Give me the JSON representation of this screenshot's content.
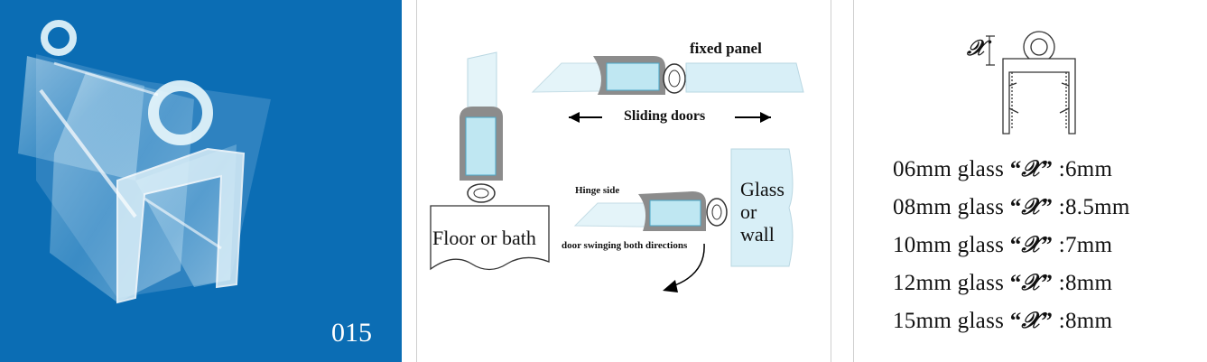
{
  "product": {
    "code": "015"
  },
  "installation": {
    "fixed_panel": "fixed panel",
    "sliding_doors": "Sliding doors",
    "hinge_side": "Hinge side",
    "door_swing": "door swinging both directions",
    "floor": "Floor or bath",
    "glass_wall_line1": "Glass",
    "glass_wall_line2": "or",
    "glass_wall_line3": "wall"
  },
  "specs": {
    "dimension_symbol": "𝒳",
    "rows": [
      {
        "glass": "06mm glass",
        "value": ":6mm"
      },
      {
        "glass": "08mm glass",
        "value": ":8.5mm"
      },
      {
        "glass": "10mm glass",
        "value": ":7mm"
      },
      {
        "glass": "12mm glass",
        "value": ":8mm"
      },
      {
        "glass": "15mm glass",
        "value": ":8mm"
      }
    ]
  },
  "colors": {
    "panel_blue": "#0b6db4",
    "glass_cyan": "#bfe7f2",
    "seal_grey": "#8c8c8c"
  }
}
